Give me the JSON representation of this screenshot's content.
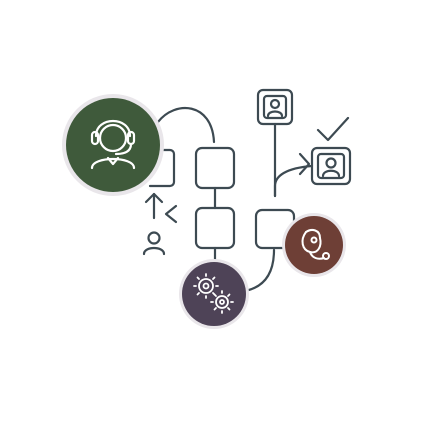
{
  "diagram": {
    "colors": {
      "stroke": "#3d4a52",
      "support_badge": "#3f5a3b",
      "settings_badge": "#4e4357",
      "medical_badge": "#6e3f36",
      "badge_ring": "#e9e6ea",
      "background": "#ffffff"
    },
    "badges": [
      {
        "name": "support-agent-badge",
        "icon": "headset-agent-icon",
        "color_key": "support_badge"
      },
      {
        "name": "settings-badge",
        "icon": "gears-icon",
        "color_key": "settings_badge"
      },
      {
        "name": "medical-badge",
        "icon": "stethoscope-icon",
        "color_key": "medical_badge"
      }
    ],
    "nodes": [
      {
        "name": "user-card-top",
        "icon": "user-icon"
      },
      {
        "name": "user-card-right",
        "icon": "user-icon"
      },
      {
        "name": "plain-user",
        "icon": "user-icon"
      }
    ],
    "marks": [
      {
        "name": "check-icon"
      },
      {
        "name": "chevron-right-icon"
      },
      {
        "name": "chevron-left-icon"
      },
      {
        "name": "arrow-up-icon"
      }
    ]
  }
}
